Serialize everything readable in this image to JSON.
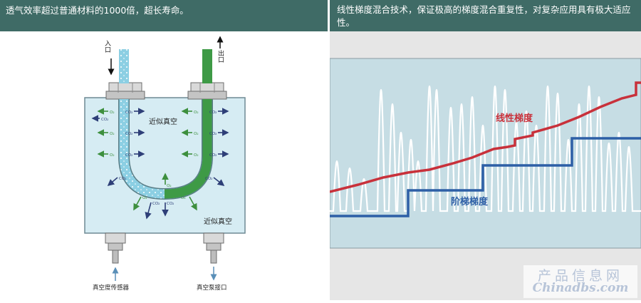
{
  "header": {
    "left_text": "透气效率超过普通材料的1000倍，超长寿命。",
    "right_text": "线性梯度混合技术，保证极高的梯度混合重复性，对复杂应用具有极大适应性。"
  },
  "diagram": {
    "inlet_label": "入口",
    "outlet_label": "出口",
    "vacuum_label_top": "近似真空",
    "vacuum_label_bottom": "近似真空",
    "sensor_label": "真空度传感器",
    "pump_label": "真空泵接口",
    "molecule_o2": "O₂",
    "molecule_co2": "CO₂",
    "colors": {
      "chamber": "#d6ecf3",
      "inlet_tube": "#8ccfe3",
      "outlet_tube": "#3e9a46",
      "arrow_blue": "#2e3f78",
      "arrow_green": "#3d8f3e"
    }
  },
  "chart": {
    "linear_label": "线性梯度",
    "step_label": "阶梯梯度",
    "colors": {
      "background": "#c6dde4",
      "linear": "#c8313b",
      "step": "#2d5fa6",
      "peaks": "#ffffff"
    }
  },
  "watermark": {
    "line1": "产品信息网",
    "line2": "Chinadbs.com"
  }
}
